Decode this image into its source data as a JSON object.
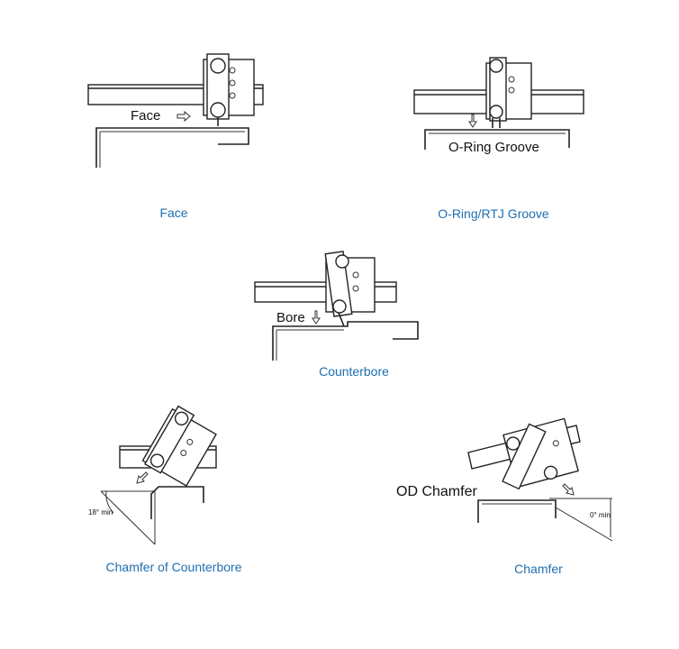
{
  "panels": [
    {
      "id": "face",
      "caption": "Face",
      "inner_label": "Face"
    },
    {
      "id": "oring",
      "caption": "O-Ring/RTJ Groove",
      "inner_label": "O-Ring Groove"
    },
    {
      "id": "counterbore",
      "caption": "Counterbore",
      "inner_label": "Bore"
    },
    {
      "id": "chamfer-counterbore",
      "caption": "Chamfer of Counterbore",
      "angle_label": "18° min"
    },
    {
      "id": "chamfer",
      "caption": "Chamfer",
      "inner_label": "OD Chamfer",
      "angle_label": "0° min"
    }
  ],
  "colors": {
    "caption": "#1f6fb0",
    "line": "#222222"
  }
}
